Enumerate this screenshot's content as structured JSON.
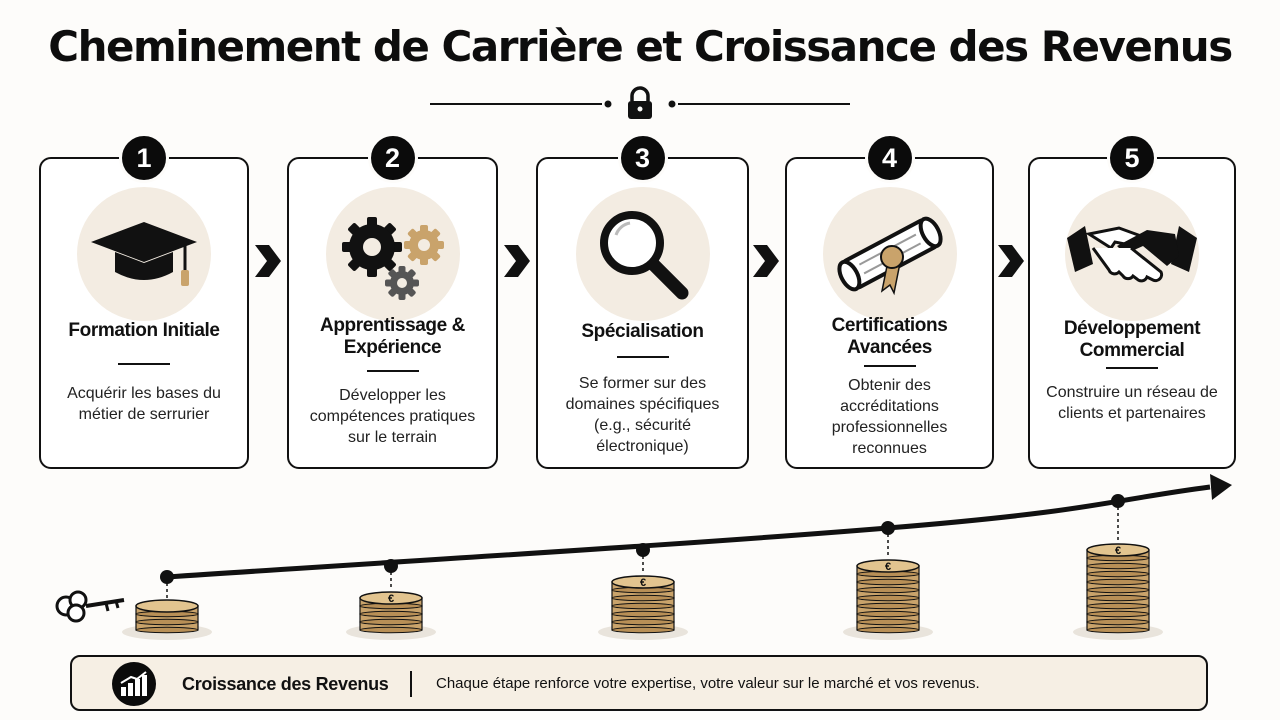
{
  "title": "Cheminement de Carrière et Croissance des Revenus",
  "colors": {
    "accent_gold": "#c9a36b",
    "icon_bg": "#f3ece2",
    "banner_bg": "#f6efe4",
    "dark": "#111111"
  },
  "steps": [
    {
      "number": "1",
      "title": "Formation Initiale",
      "description": "Acquérir les bases du métier de serrurier",
      "icon": "graduation-cap-icon"
    },
    {
      "number": "2",
      "title": "Apprentissage & Expérience",
      "description": "Développer les compétences pratiques sur le terrain",
      "icon": "gears-icon"
    },
    {
      "number": "3",
      "title": "Spécialisation",
      "description": "Se former sur des domaines spécifiques (e.g., sécurité électronique)",
      "icon": "magnifier-icon"
    },
    {
      "number": "4",
      "title": "Certifications Avancées",
      "description": "Obtenir des accréditations professionnelles reconnues",
      "icon": "diploma-icon"
    },
    {
      "number": "5",
      "title": "Développement Commercial",
      "description": "Construire un réseau de clients et partenaires",
      "icon": "handshake-icon"
    }
  ],
  "growth": {
    "coin_stack_levels": [
      3,
      4,
      6,
      8,
      10
    ],
    "currency_symbol": "€",
    "icons": [
      "key-icon",
      "coin-stack-icon",
      "trend-arrow-icon"
    ]
  },
  "banner": {
    "title": "Croissance des Revenus",
    "text": "Chaque étape renforce votre expertise, votre valeur sur le marché et vos revenus.",
    "icon": "bar-chart-icon"
  }
}
